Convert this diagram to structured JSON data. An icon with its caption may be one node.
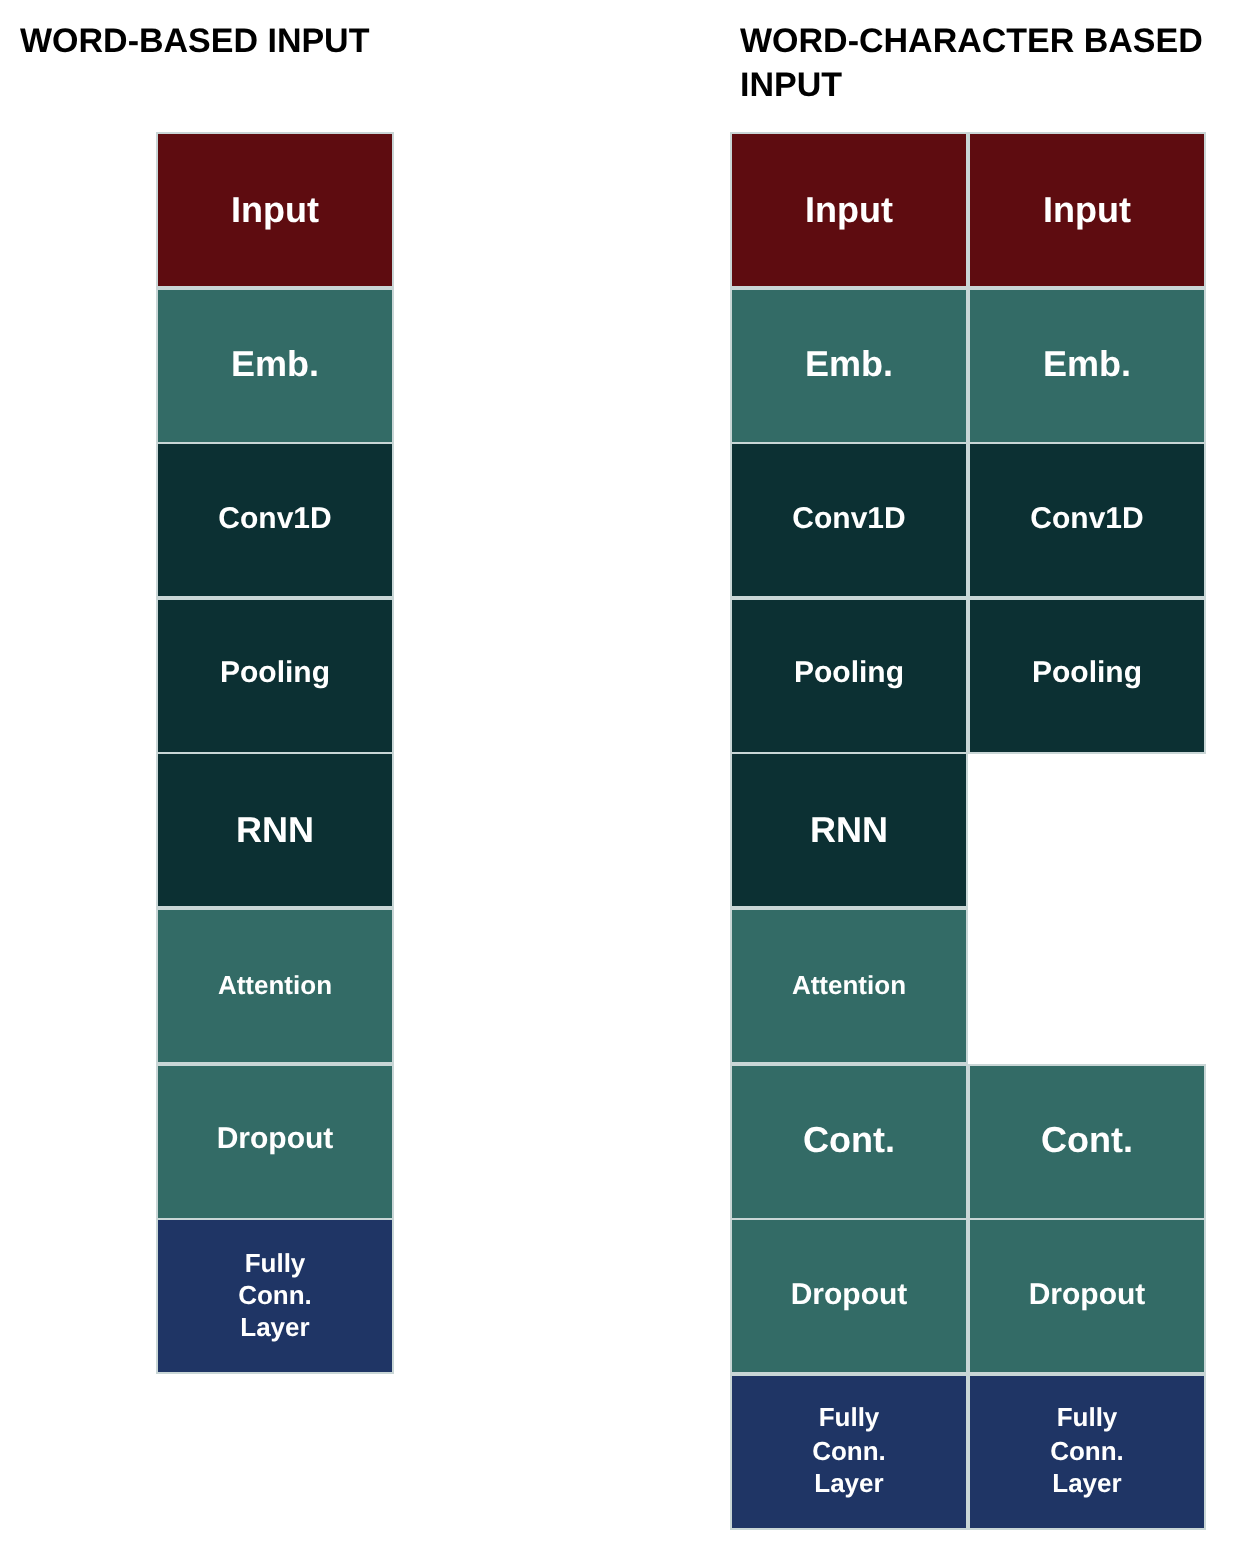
{
  "diagram": {
    "nodes": [
      {
        "text": [
          "Input"
        ]
      },
      {
        "text": [
          "Emb."
        ]
      },
      {
        "text": [
          "Conv1D"
        ]
      },
      {
        "text": [
          "Pooling"
        ]
      },
      {
        "text": [
          "RNN"
        ]
      },
      {
        "text": [
          "Attention"
        ]
      },
      {
        "text": [
          "Dropout"
        ]
      },
      {
        "text": [
          "Fully Conn. Layer"
        ]
      },
      {
        "text": [
          "Input"
        ]
      },
      {
        "text": [
          "Input"
        ]
      },
      {
        "text": [
          "Emb."
        ]
      },
      {
        "text": [
          "Emb."
        ]
      },
      {
        "text": [
          "Conv1D"
        ]
      },
      {
        "text": [
          "Conv1D"
        ]
      },
      {
        "text": [
          "Pooling"
        ]
      },
      {
        "text": [
          "Pooling"
        ]
      },
      {
        "text": [
          "RNN"
        ]
      },
      {
        "text": [
          "Attention"
        ]
      },
      {
        "text": [
          "Cont."
        ]
      },
      {
        "text": [
          "Cont."
        ]
      },
      {
        "text": [
          "Dropout"
        ]
      },
      {
        "text": [
          "Dropout"
        ]
      },
      {
        "text": [
          "Fully Conn. Layer"
        ]
      },
      {
        "text": [
          "Fully Conn. Layer"
        ]
      }
    ],
    "labels": [
      "WORD-BASED INPUT",
      "WORD-CHARACTER BASED INPUT"
    ]
  }
}
